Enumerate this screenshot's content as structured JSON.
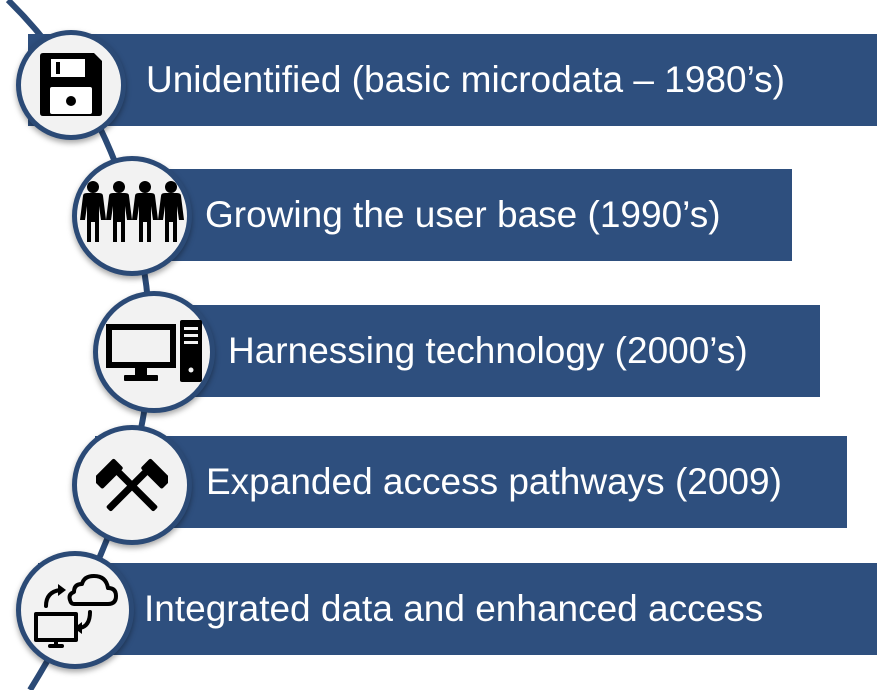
{
  "timeline": {
    "stages": [
      {
        "label": "Unidentified (basic microdata – 1980’s)",
        "icon": "floppy-disk-icon"
      },
      {
        "label": "Growing the user base (1990’s)",
        "icon": "people-group-icon"
      },
      {
        "label": "Harnessing technology (2000’s)",
        "icon": "desktop-computer-icon"
      },
      {
        "label": "Expanded access pathways (2009)",
        "icon": "crossed-hammers-icon"
      },
      {
        "label": "Integrated data and enhanced access",
        "icon": "cloud-sync-computer-icon"
      }
    ]
  },
  "colors": {
    "band": "#2e4f7e",
    "curve": "#2b4a76",
    "circle_fill": "#f2f2f2",
    "text": "#ffffff",
    "icon": "#000000"
  }
}
